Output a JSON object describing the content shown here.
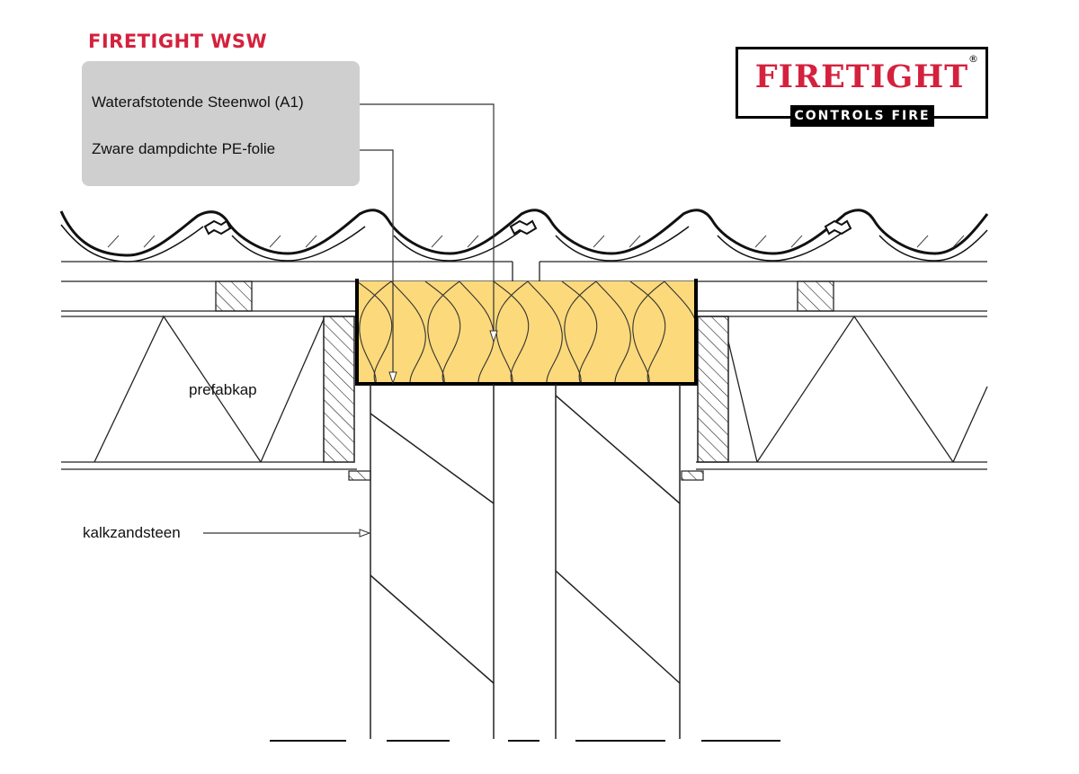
{
  "header": {
    "title": "FIRETIGHT WSW"
  },
  "logo": {
    "wordmark": "FIRETIGHT",
    "registered_mark": "®",
    "tagline": "CONTROLS FIRE"
  },
  "callouts": {
    "insulation": "Waterafstotende Steenwol (A1)",
    "foil": "Zware dampdichte PE-folie"
  },
  "labels": {
    "roof_element": "prefabkap",
    "wall": "kalkzandsteen"
  },
  "colors": {
    "brand_red": "#d4213d",
    "insulation_fill": "#fcd97a",
    "callout_box": "#cfcfcf",
    "line": "#222222"
  }
}
